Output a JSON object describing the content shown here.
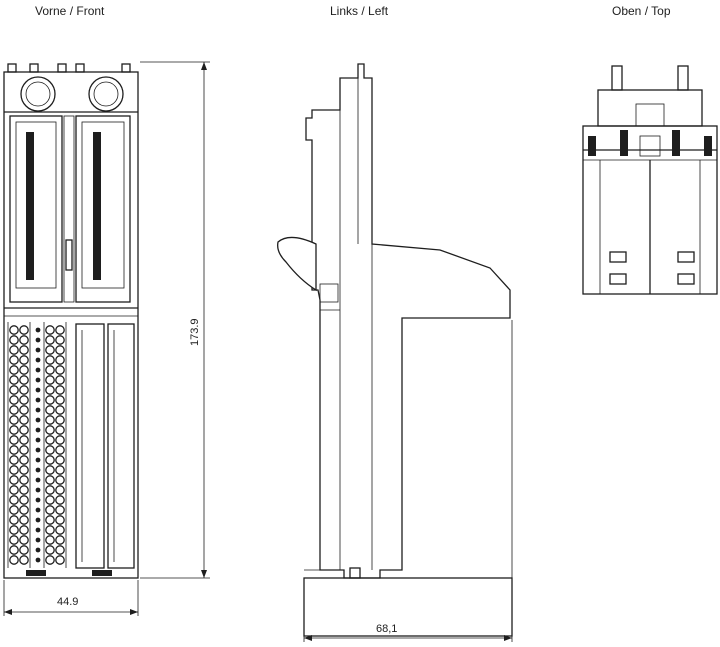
{
  "views": {
    "front": {
      "label": "Vorne / Front"
    },
    "left": {
      "label": "Links / Left"
    },
    "top": {
      "label": "Oben / Top"
    }
  },
  "dimensions": {
    "height": "173.9",
    "width": "44.9",
    "depth": "68,1"
  },
  "colors": {
    "line": "#1e1e1e",
    "background": "#ffffff"
  }
}
